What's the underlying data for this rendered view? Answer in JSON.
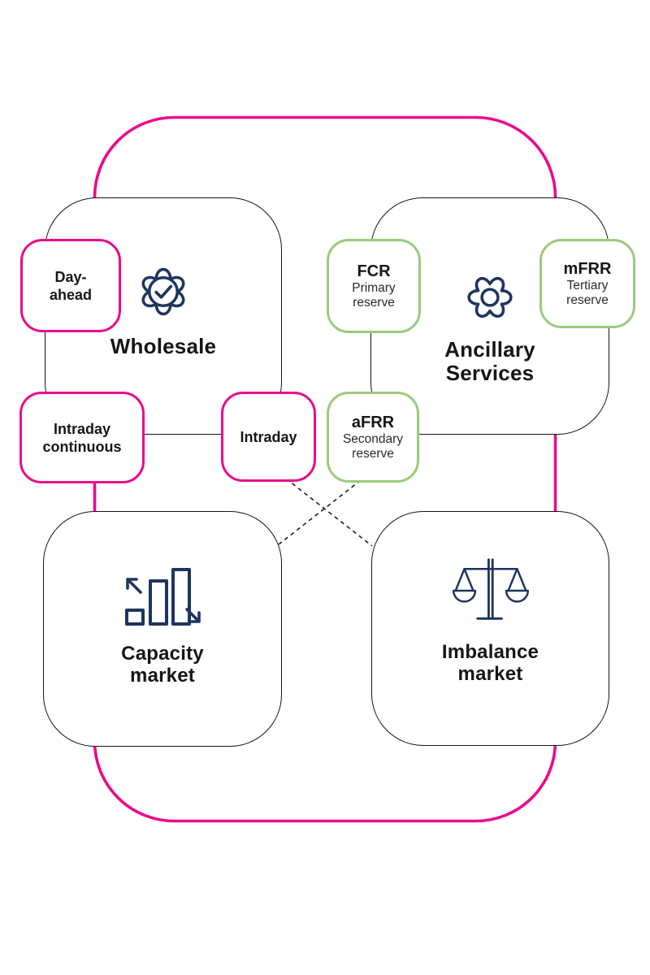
{
  "palette": {
    "pink": "#eb0a8c",
    "green": "#9acb7b",
    "navy": "#1f355e",
    "text": "#1b1b1b"
  },
  "boxes": {
    "wholesale": {
      "title": "Wholesale",
      "icon": "badge-check-icon"
    },
    "ancillary": {
      "title_line1": "Ancillary",
      "title_line2": "Services",
      "icon": "gear-icon"
    },
    "capacity": {
      "title_line1": "Capacity",
      "title_line2": "market",
      "icon": "bar-chart-trend-icon"
    },
    "imbalance": {
      "title_line1": "Imbalance",
      "title_line2": "market",
      "icon": "balance-scale-icon"
    }
  },
  "tags": {
    "day_ahead": {
      "line1": "Day-",
      "line2": "ahead",
      "border": "pink"
    },
    "intraday_continuous": {
      "line1": "Intraday",
      "line2": "continuous",
      "border": "pink"
    },
    "intraday": {
      "line1": "Intraday",
      "border": "pink"
    },
    "fcr": {
      "code": "FCR",
      "desc_line1": "Primary",
      "desc_line2": "reserve",
      "border": "green"
    },
    "afrr": {
      "code": "aFRR",
      "desc_line1": "Secondary",
      "desc_line2": "reserve",
      "border": "green"
    },
    "mfrr": {
      "code": "mFRR",
      "desc_line1": "Tertiary",
      "desc_line2": "reserve",
      "border": "green"
    }
  }
}
